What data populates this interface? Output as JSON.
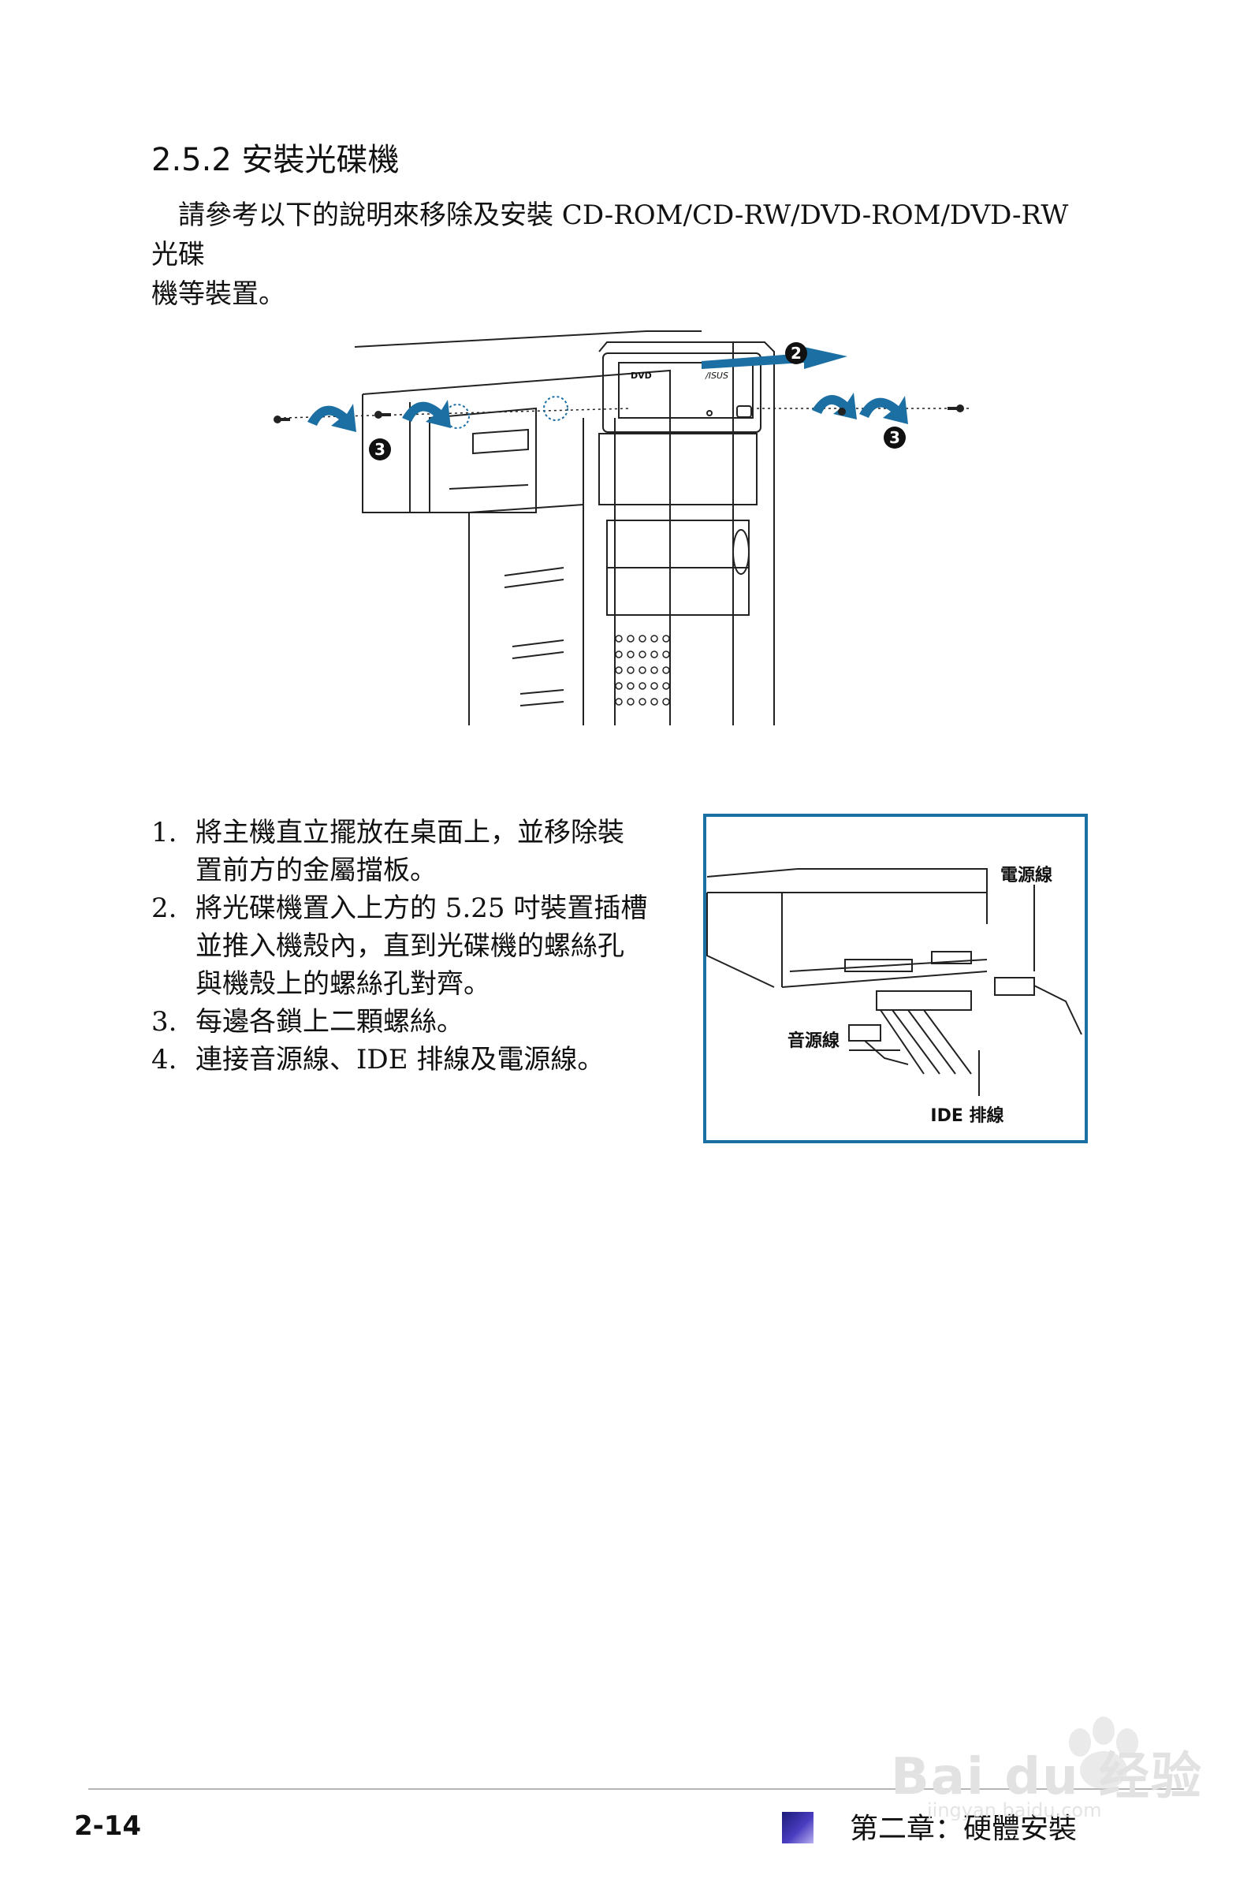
{
  "section": {
    "heading": "2.5.2 安裝光碟機"
  },
  "intro": {
    "line1": "請參考以下的說明來移除及安裝 CD-ROM/CD-RW/DVD-ROM/DVD-RW 光碟",
    "line2": "機等裝置。"
  },
  "figure_main": {
    "step_markers": [
      "2",
      "3",
      "3"
    ],
    "drive_labels": [
      "DVD",
      "/ISUS"
    ]
  },
  "steps": [
    {
      "num": "1.",
      "lines": [
        "將主機直立擺放在桌面上，並移除裝",
        "置前方的金屬擋板。"
      ]
    },
    {
      "num": "2.",
      "lines": [
        "將光碟機置入上方的 5.25 吋裝置插槽",
        "並推入機殼內，直到光碟機的螺絲孔",
        "與機殼上的螺絲孔對齊。"
      ]
    },
    {
      "num": "3.",
      "lines": [
        "每邊各鎖上二顆螺絲。"
      ]
    },
    {
      "num": "4.",
      "lines": [
        "連接音源線、IDE 排線及電源線。"
      ]
    }
  ],
  "figure_cables": {
    "power_cable": "電源線",
    "audio_cable": "音源線",
    "ide_cable": "IDE 排線",
    "frame_color": "#1c6fa3"
  },
  "footer": {
    "page_number": "2-14",
    "chapter": "第二章：硬體安裝",
    "accent_color": "#3a2fa8"
  },
  "watermark": {
    "brand": "Bai du 经验",
    "url": "jingyan.baidu.com"
  }
}
